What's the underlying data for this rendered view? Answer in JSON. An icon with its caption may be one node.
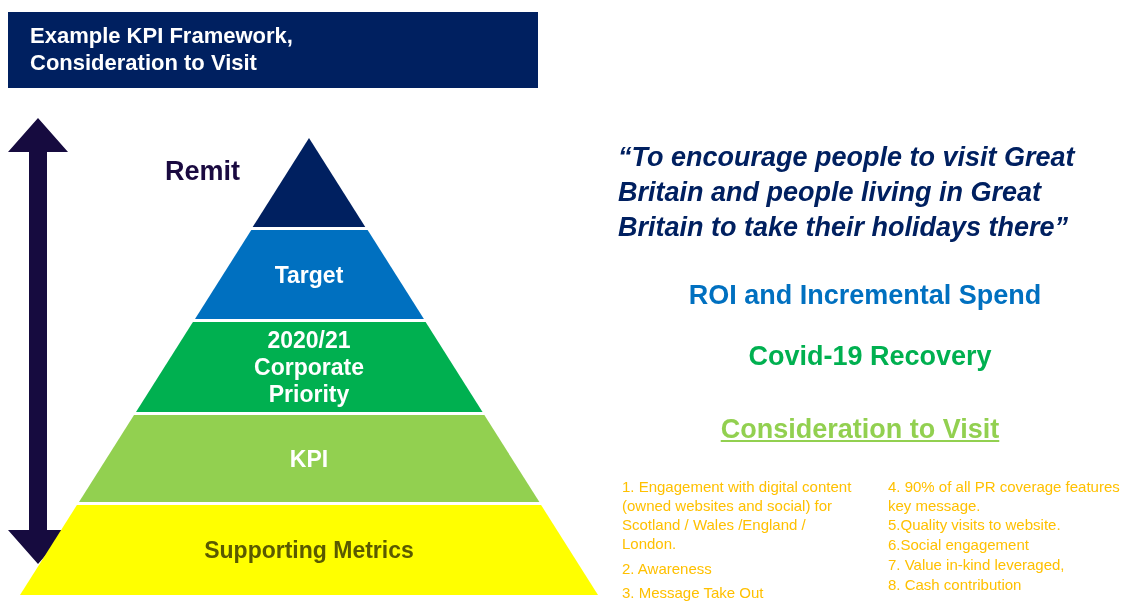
{
  "diagram": {
    "title": "Example KPI Framework, Consideration to Visit",
    "nodes": [
      {
        "text": [
          "Remit"
        ]
      },
      {
        "text": [
          "Target"
        ]
      },
      {
        "text": [
          "2020/21 Corporate Priority"
        ]
      },
      {
        "text": [
          "KPI"
        ]
      },
      {
        "text": [
          "Supporting Metrics"
        ]
      }
    ],
    "labels": [
      "“To encourage people to visit Great Britain and people living in Great Britain to take their holidays there”",
      "ROI and Incremental Spend",
      "Covid-19 Recovery",
      "Consideration to Visit",
      "1. Engagement with digital content (owned websites and social) for Scotland / Wales /England / London.",
      "2. Awareness",
      "3. Message Take Out",
      "4. 90% of all PR coverage features key message.",
      "5.Quality visits to website.",
      "6.Social engagement",
      "7. Value in-kind leveraged,",
      "8. Cash contribution"
    ]
  }
}
